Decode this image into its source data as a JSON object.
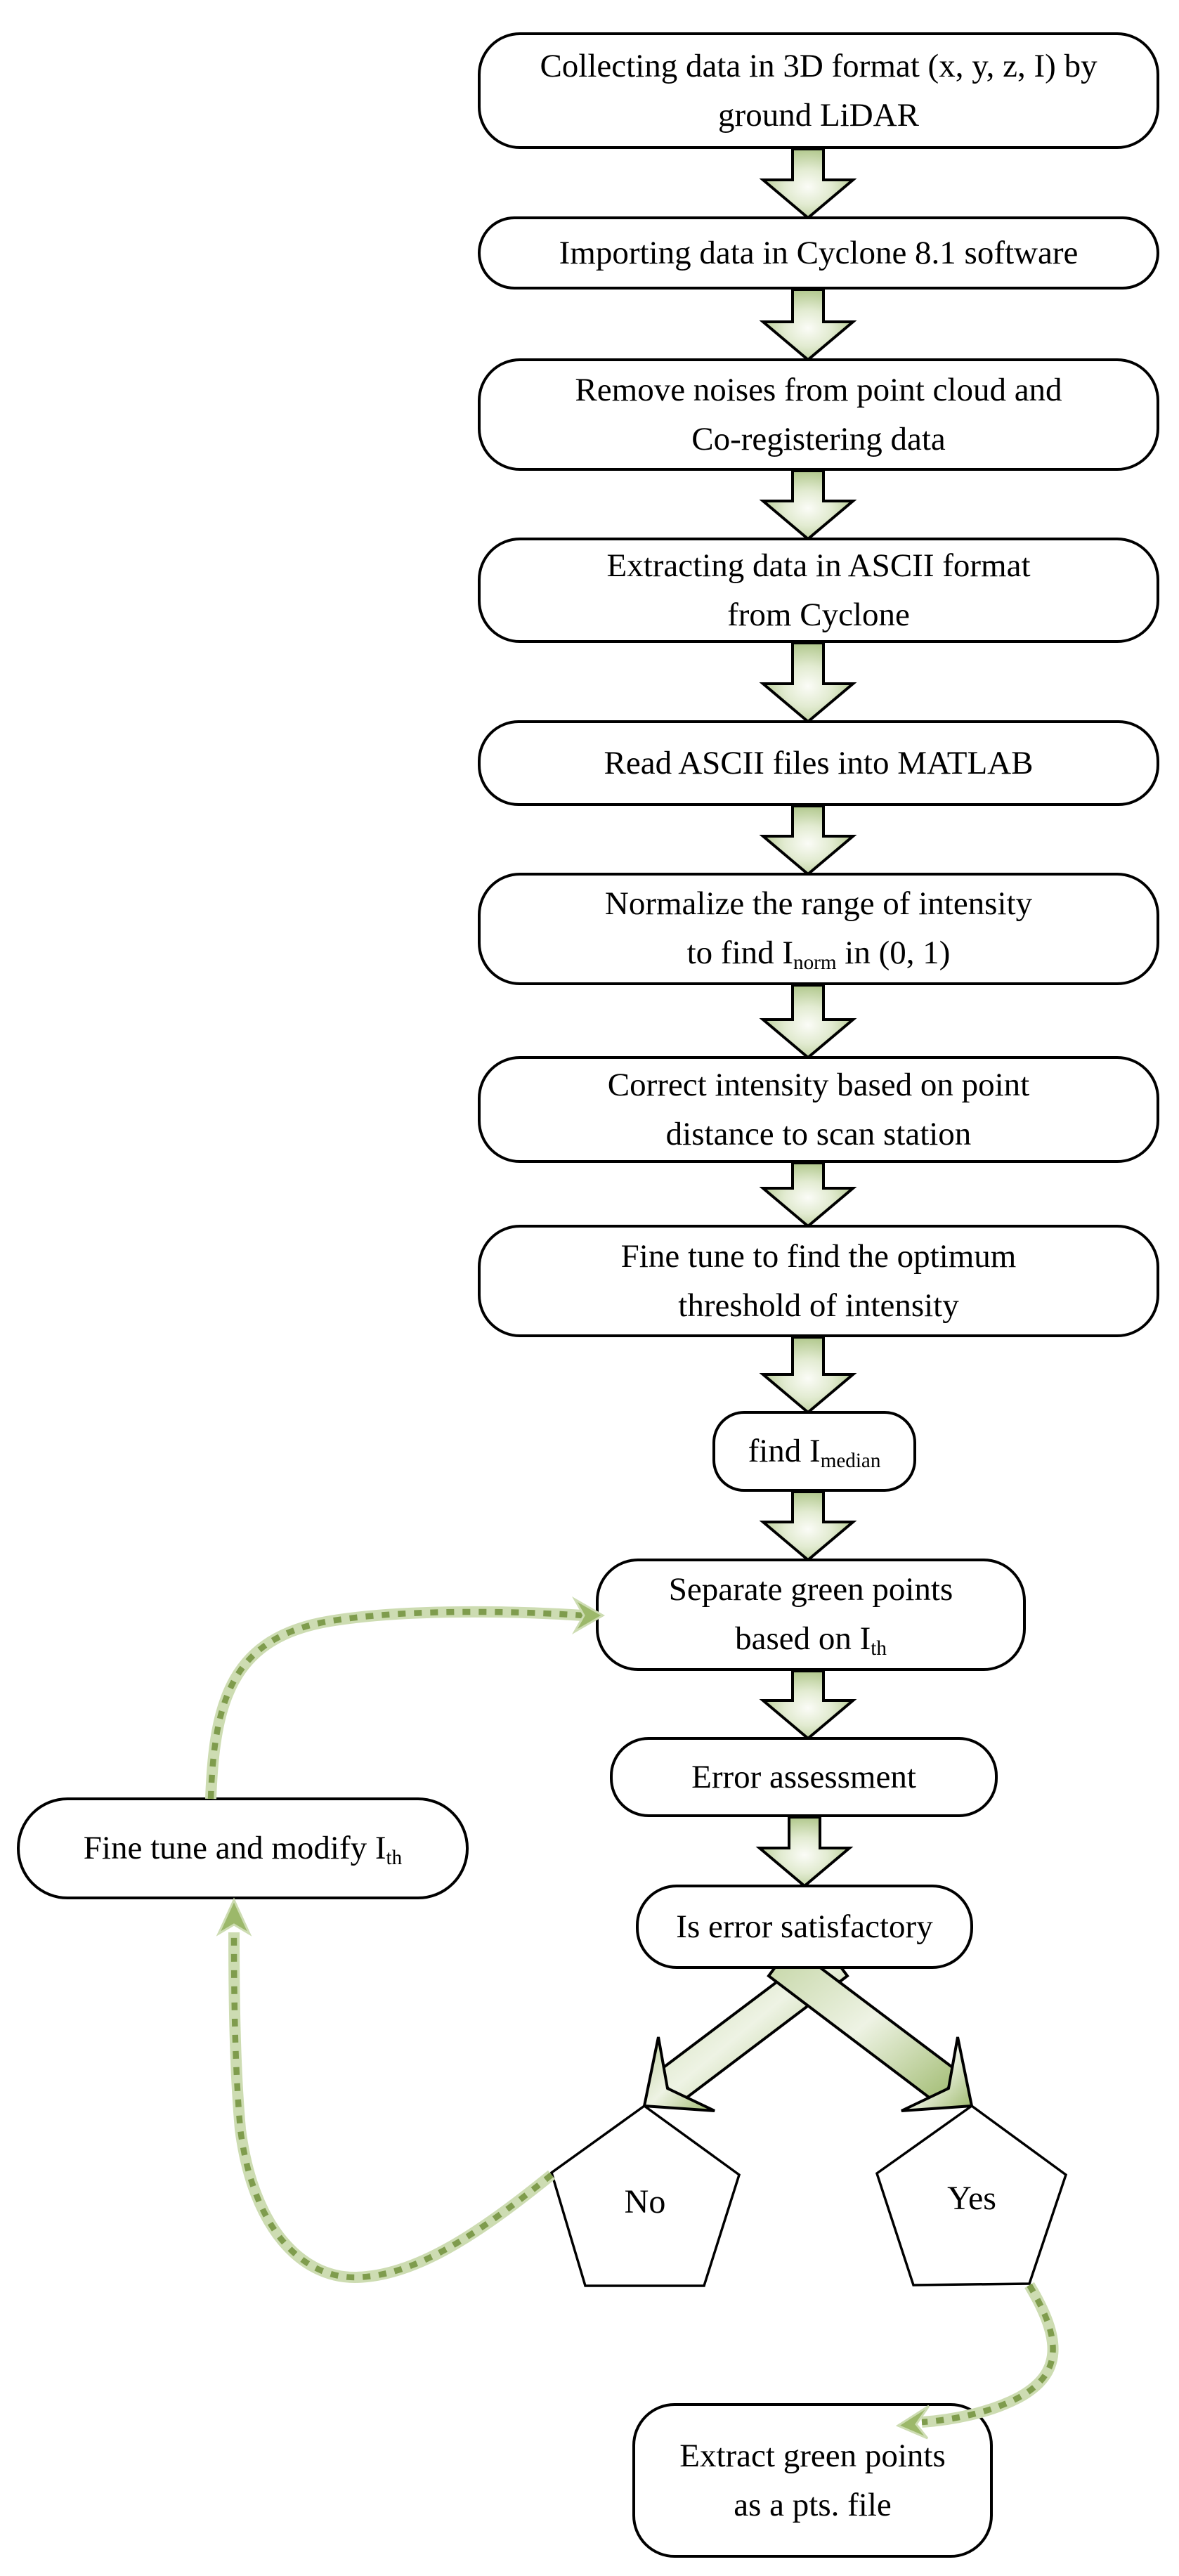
{
  "title": "Ground LiDAR green-point extraction workflow",
  "palette": {
    "arrow_fill_light": "#fbfcf7",
    "arrow_fill_green": "#a5bf7c",
    "arrow_outline": "#000000",
    "dash_dark_green": "#7f9c4d",
    "dash_light_green": "#cddcb2",
    "box_border": "#000000",
    "box_fill": "#ffffff"
  },
  "nodes": {
    "collect": {
      "line1": "Collecting data in 3D format (x, y, z, I) by",
      "line2": "ground LiDAR"
    },
    "import": {
      "line1": "Importing data in Cyclone 8.1 software"
    },
    "remove": {
      "line1": "Remove noises from point cloud and",
      "line2": "Co-registering data"
    },
    "extract_ascii": {
      "line1": "Extracting data in ASCII format",
      "line2": "from Cyclone"
    },
    "read": {
      "line1": "Read ASCII files into MATLAB"
    },
    "normalize": {
      "line1": "Normalize the range of intensity",
      "line2_pre": "to find I",
      "line2_sub": "norm",
      "line2_post": " in (0, 1)"
    },
    "correct": {
      "line1": "Correct intensity based on point",
      "line2": "distance to scan station"
    },
    "finetune": {
      "line1": "Fine tune to find the optimum",
      "line2": "threshold of intensity"
    },
    "median": {
      "pre": "find I",
      "sub": "median"
    },
    "separate": {
      "line1": "Separate green points",
      "line2_pre": "based on I",
      "line2_sub": "th"
    },
    "error": {
      "line1": "Error assessment"
    },
    "satisfactory": {
      "line1": "Is error satisfactory"
    },
    "no": {
      "label": "No"
    },
    "yes": {
      "label": "Yes"
    },
    "modify": {
      "pre": "Fine tune and modify I",
      "sub": "th"
    },
    "extract_pts": {
      "line1": "Extract green points",
      "line2": "as a pts. file"
    }
  }
}
